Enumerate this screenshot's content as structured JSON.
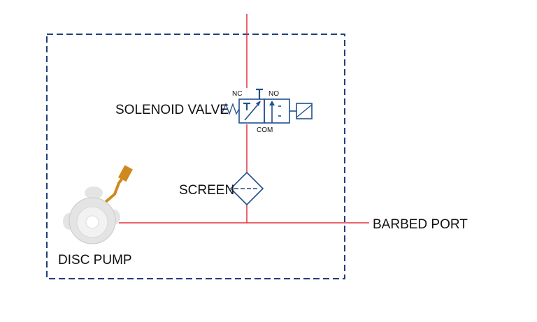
{
  "colors": {
    "boundary": "#1f3f7a",
    "pipe": "#e2323c",
    "symbol": "#1f4f8f",
    "text": "#111111",
    "pump_body": "#e4e4e4",
    "pump_ribbon": "#d0891e"
  },
  "labels": {
    "solenoid_valve": "SOLENOID VALVE",
    "screen": "SCREEN",
    "disc_pump": "DISC PUMP",
    "barbed_port": "BARBED PORT"
  },
  "valve_ports": {
    "nc": "NC",
    "no": "NO",
    "com": "COM"
  },
  "icons": {
    "spring": "spring-return-icon",
    "solenoid": "solenoid-actuator-icon",
    "filter": "filter-screen-icon",
    "pump": "disc-pump-image"
  }
}
